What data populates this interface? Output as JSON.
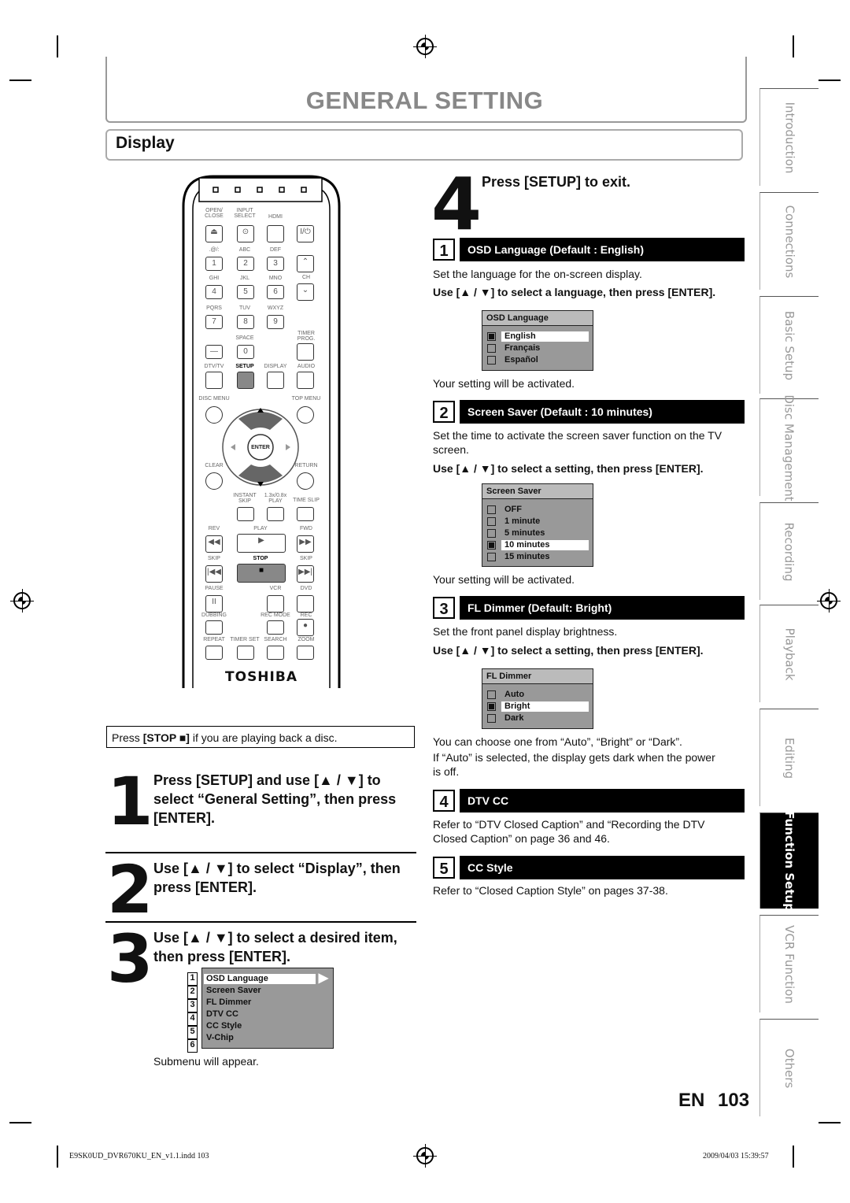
{
  "header": {
    "title": "GENERAL SETTING",
    "section": "Display"
  },
  "side_tabs": [
    "Introduction",
    "Connections",
    "Basic Setup",
    "Disc Management",
    "Recording",
    "Playback",
    "Editing",
    "Function Setup",
    "VCR Function",
    "Others"
  ],
  "remote": {
    "brand": "TOSHIBA",
    "labels": {
      "open_close": "OPEN/ CLOSE",
      "input_select": "INPUT SELECT",
      "hdmi": "HDMI",
      "abc_top": ".@/:",
      "abc": "ABC",
      "def": "DEF",
      "ghi": "GHI",
      "jkl": "JKL",
      "mno": "MNO",
      "ch": "CH",
      "pqrs": "PQRS",
      "tuv": "TUV",
      "wxyz": "WXYZ",
      "space": "SPACE",
      "timer_prog": "TIMER PROG.",
      "dtv_tv": "DTV/TV",
      "setup": "SETUP",
      "display": "DISPLAY",
      "audio": "AUDIO",
      "disc_menu": "DISC MENU",
      "top_menu": "TOP MENU",
      "enter": "ENTER",
      "clear": "CLEAR",
      "return": "RETURN",
      "instant_skip": "INSTANT SKIP",
      "play_speed": "1.3x/0.8x PLAY",
      "time_slip": "TIME SLIP",
      "rev": "REV",
      "play": "PLAY",
      "fwd": "FWD",
      "skip_l": "SKIP",
      "stop": "STOP",
      "skip_r": "SKIP",
      "pause": "PAUSE",
      "vcr": "VCR",
      "dvd": "DVD",
      "dubbing": "DUBBING",
      "rec_mode": "REC MODE",
      "rec": "REC",
      "repeat": "REPEAT",
      "timer_set": "TIMER SET",
      "search": "SEARCH",
      "zoom": "ZOOM"
    },
    "digits": [
      "1",
      "2",
      "3",
      "4",
      "5",
      "6",
      "7",
      "8",
      "9",
      "0"
    ]
  },
  "stop_note": {
    "pre": "Press ",
    "key": "[STOP ■]",
    "post": " if you are playing back a disc."
  },
  "steps": {
    "s1": {
      "num": "1",
      "text": "Press [SETUP] and use [▲ / ▼] to select “General Setting”, then press [ENTER]."
    },
    "s2": {
      "num": "2",
      "text": "Use [▲ / ▼] to select “Display”, then press [ENTER]."
    },
    "s3": {
      "num": "3",
      "text": "Use [▲ / ▼] to select a desired item, then press [ENTER].",
      "note": "Submenu will appear."
    },
    "s4": {
      "num": "4",
      "text": "Press [SETUP] to exit."
    }
  },
  "submenu": {
    "items": [
      "OSD Language",
      "Screen Saver",
      "FL Dimmer",
      "DTV CC",
      "CC Style",
      "V-Chip"
    ]
  },
  "items": [
    {
      "n": "1",
      "title": "OSD Language (Default : English)",
      "desc": "Set the language for the on-screen display.",
      "instr": "Use [▲ / ▼] to select a language, then press [ENTER].",
      "osd_title": "OSD Language",
      "options": [
        "English",
        "Français",
        "Español"
      ],
      "selected": 0,
      "after": "Your setting will be activated."
    },
    {
      "n": "2",
      "title": "Screen Saver (Default : 10 minutes)",
      "desc": "Set the time to activate the screen saver function on the TV screen.",
      "instr": "Use [▲ / ▼] to select a setting, then press [ENTER].",
      "osd_title": "Screen Saver",
      "options": [
        "OFF",
        "1 minute",
        "5 minutes",
        "10 minutes",
        "15 minutes"
      ],
      "selected": 3,
      "after": "Your setting will be activated."
    },
    {
      "n": "3",
      "title": "FL Dimmer (Default: Bright)",
      "desc": "Set the front panel display brightness.",
      "instr": "Use [▲ / ▼] to select a setting, then press [ENTER].",
      "osd_title": "FL Dimmer",
      "options": [
        "Auto",
        "Bright",
        "Dark"
      ],
      "selected": 1,
      "after": "You can choose one from “Auto”, “Bright” or “Dark”.",
      "after2": "If “Auto” is selected, the display gets dark when the power is off."
    },
    {
      "n": "4",
      "title": "DTV CC",
      "desc": "Refer to “DTV Closed Caption” and “Recording the DTV Closed Caption” on page 36 and 46."
    },
    {
      "n": "5",
      "title": "CC Style",
      "desc": "Refer to “Closed Caption Style” on pages 37-38."
    }
  ],
  "page": {
    "lang": "EN",
    "number": "103"
  },
  "footer": {
    "file": "E9SK0UD_DVR670KU_EN_v1.1.indd   103",
    "date": "2009/04/03   15:39:57"
  }
}
